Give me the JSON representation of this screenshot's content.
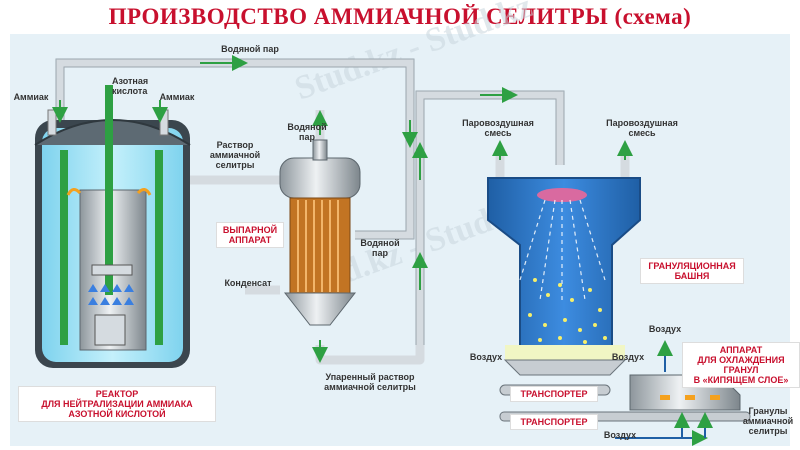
{
  "title": "ПРОИЗВОДСТВО АММИАЧНОЙ СЕЛИТРЫ (схема)",
  "labels": {
    "vapor_top": "Водяной пар",
    "nitric_acid": "Азотная\nкислота",
    "ammonia_left": "Аммиак",
    "ammonia_right": "Аммиак",
    "nitrate_solution": "Раствор\nаммиачной\nселитры",
    "vapor_evap_top": "Водяной\nпар",
    "vapor_evap_side": "Водяной\nпар",
    "condensate": "Конденсат",
    "vapor_air_left": "Паровоздушная\nсмесь",
    "vapor_air_right": "Паровоздушная\nсмесь",
    "evaporated_solution": "Упаренный раствор\nаммиачной селитры",
    "air_left": "Воздух",
    "air_right": "Воздух",
    "air_cooler": "Воздух",
    "air_bottom": "Воздух",
    "granules": "Гранулы\nаммиачной\nселитры"
  },
  "boxes": {
    "evaporator": "ВЫПАРНОЙ\nАППАРАТ",
    "reactor": "РЕАКТОР\nДЛЯ НЕЙТРАЛИЗАЦИИ АММИАКА\nАЗОТНОЙ КИСЛОТОЙ",
    "tower": "ГРАНУЛЯЦИОННАЯ\nБАШНЯ",
    "cooler": "АППАРАТ\nДЛЯ ОХЛАЖДЕНИЯ\nГРАНУЛ\nВ «КИПЯЩЕМ СЛОЕ»",
    "conveyor_1": "ТРАНСПОРТЕР",
    "conveyor_2": "ТРАНСПОРТЕР"
  },
  "watermark": "Stud.kz",
  "colors": {
    "title": "#c8102e",
    "pipe": "#d9dee2",
    "arrow": "#2ea043",
    "tower": "#2a78c8",
    "reactor_liquid": "#9fe0f5",
    "evaporator_tubes": "#d9862e"
  }
}
